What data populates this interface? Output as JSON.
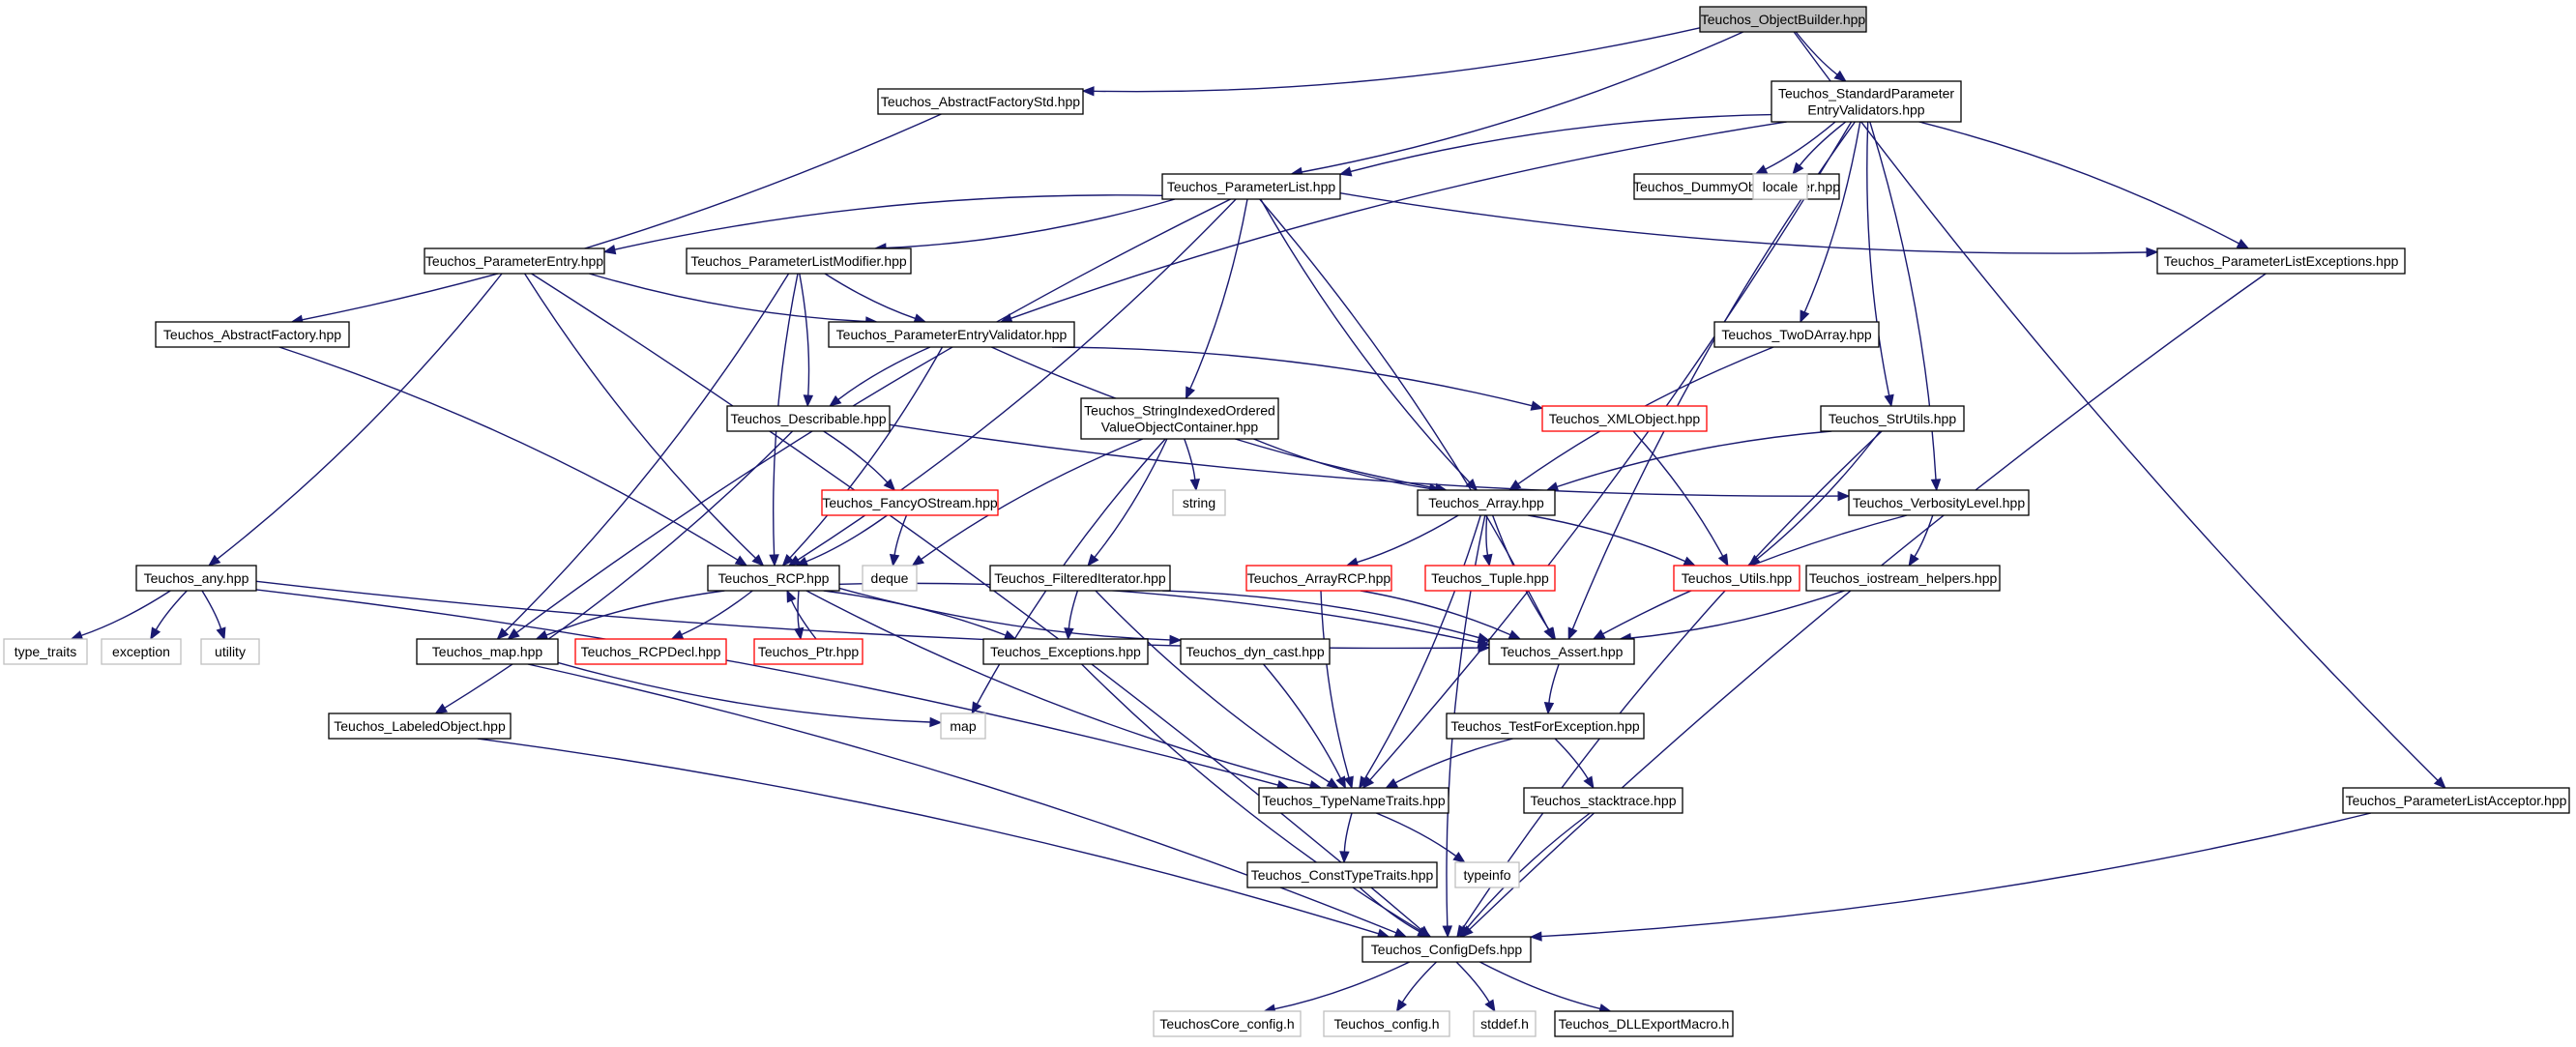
{
  "diagram": {
    "colors": {
      "edge": "#191970",
      "root_fill": "#bfbfbf",
      "normal_border": "#000000",
      "external_border": "#bfbfbf",
      "truncated_border": "#ff0000",
      "background": "#ffffff"
    },
    "nodes": {
      "objectbuilder": {
        "lines": [
          "Teuchos_ObjectBuilder.hpp"
        ],
        "kind": "root"
      },
      "abstractfactorystd": {
        "lines": [
          "Teuchos_AbstractFactoryStd.hpp"
        ],
        "kind": "normal"
      },
      "stdparamvalidators": {
        "lines": [
          "Teuchos_StandardParameter",
          "EntryValidators.hpp"
        ],
        "kind": "normal"
      },
      "parameterlist": {
        "lines": [
          "Teuchos_ParameterList.hpp"
        ],
        "kind": "normal"
      },
      "dummyobjectgetter": {
        "lines": [
          "Teuchos_DummyObjectGetter.hpp"
        ],
        "kind": "normal"
      },
      "locale": {
        "lines": [
          "locale"
        ],
        "kind": "external"
      },
      "parameterentry": {
        "lines": [
          "Teuchos_ParameterEntry.hpp"
        ],
        "kind": "normal"
      },
      "parameterlistmodifier": {
        "lines": [
          "Teuchos_ParameterListModifier.hpp"
        ],
        "kind": "normal"
      },
      "parameterlistexceptions": {
        "lines": [
          "Teuchos_ParameterListExceptions.hpp"
        ],
        "kind": "normal"
      },
      "abstractfactory": {
        "lines": [
          "Teuchos_AbstractFactory.hpp"
        ],
        "kind": "normal"
      },
      "parameterentryvalidator": {
        "lines": [
          "Teuchos_ParameterEntryValidator.hpp"
        ],
        "kind": "normal"
      },
      "twodarray": {
        "lines": [
          "Teuchos_TwoDArray.hpp"
        ],
        "kind": "normal"
      },
      "describable": {
        "lines": [
          "Teuchos_Describable.hpp"
        ],
        "kind": "normal"
      },
      "stringindexed": {
        "lines": [
          "Teuchos_StringIndexedOrdered",
          "ValueObjectContainer.hpp"
        ],
        "kind": "normal"
      },
      "xmlobject": {
        "lines": [
          "Teuchos_XMLObject.hpp"
        ],
        "kind": "truncated"
      },
      "strutils": {
        "lines": [
          "Teuchos_StrUtils.hpp"
        ],
        "kind": "normal"
      },
      "fancyostream": {
        "lines": [
          "Teuchos_FancyOStream.hpp"
        ],
        "kind": "truncated"
      },
      "string": {
        "lines": [
          "string"
        ],
        "kind": "external"
      },
      "array": {
        "lines": [
          "Teuchos_Array.hpp"
        ],
        "kind": "normal"
      },
      "verbositylevel": {
        "lines": [
          "Teuchos_VerbosityLevel.hpp"
        ],
        "kind": "normal"
      },
      "any": {
        "lines": [
          "Teuchos_any.hpp"
        ],
        "kind": "normal"
      },
      "rcp": {
        "lines": [
          "Teuchos_RCP.hpp"
        ],
        "kind": "normal"
      },
      "deque": {
        "lines": [
          "deque"
        ],
        "kind": "external"
      },
      "filterediterator": {
        "lines": [
          "Teuchos_FilteredIterator.hpp"
        ],
        "kind": "normal"
      },
      "arrayrcp": {
        "lines": [
          "Teuchos_ArrayRCP.hpp"
        ],
        "kind": "truncated"
      },
      "tuple": {
        "lines": [
          "Teuchos_Tuple.hpp"
        ],
        "kind": "truncated"
      },
      "utils": {
        "lines": [
          "Teuchos_Utils.hpp"
        ],
        "kind": "truncated"
      },
      "iostreamhelpers": {
        "lines": [
          "Teuchos_iostream_helpers.hpp"
        ],
        "kind": "normal"
      },
      "type_traits": {
        "lines": [
          "type_traits"
        ],
        "kind": "external"
      },
      "exception": {
        "lines": [
          "exception"
        ],
        "kind": "external"
      },
      "utility": {
        "lines": [
          "utility"
        ],
        "kind": "external"
      },
      "mapheader": {
        "lines": [
          "Teuchos_map.hpp"
        ],
        "kind": "normal"
      },
      "rcpdecl": {
        "lines": [
          "Teuchos_RCPDecl.hpp"
        ],
        "kind": "truncated"
      },
      "ptr": {
        "lines": [
          "Teuchos_Ptr.hpp"
        ],
        "kind": "truncated"
      },
      "exceptions": {
        "lines": [
          "Teuchos_Exceptions.hpp"
        ],
        "kind": "normal"
      },
      "dyncast": {
        "lines": [
          "Teuchos_dyn_cast.hpp"
        ],
        "kind": "normal"
      },
      "assert": {
        "lines": [
          "Teuchos_Assert.hpp"
        ],
        "kind": "normal"
      },
      "labeledobject": {
        "lines": [
          "Teuchos_LabeledObject.hpp"
        ],
        "kind": "normal"
      },
      "map": {
        "lines": [
          "map"
        ],
        "kind": "external"
      },
      "testforexception": {
        "lines": [
          "Teuchos_TestForException.hpp"
        ],
        "kind": "normal"
      },
      "typenametraits": {
        "lines": [
          "Teuchos_TypeNameTraits.hpp"
        ],
        "kind": "normal"
      },
      "stacktrace": {
        "lines": [
          "Teuchos_stacktrace.hpp"
        ],
        "kind": "normal"
      },
      "parameterlistacceptor": {
        "lines": [
          "Teuchos_ParameterListAcceptor.hpp"
        ],
        "kind": "normal"
      },
      "consttypetraits": {
        "lines": [
          "Teuchos_ConstTypeTraits.hpp"
        ],
        "kind": "normal"
      },
      "typeinfo": {
        "lines": [
          "typeinfo"
        ],
        "kind": "external"
      },
      "configdefs": {
        "lines": [
          "Teuchos_ConfigDefs.hpp"
        ],
        "kind": "normal"
      },
      "teuchoscoreconfig": {
        "lines": [
          "TeuchosCore_config.h"
        ],
        "kind": "external"
      },
      "teuchosconfig": {
        "lines": [
          "Teuchos_config.h"
        ],
        "kind": "external"
      },
      "stddef": {
        "lines": [
          "stddef.h"
        ],
        "kind": "external"
      },
      "dllexport": {
        "lines": [
          "Teuchos_DLLExportMacro.h"
        ],
        "kind": "normal"
      }
    },
    "edges": [
      [
        "objectbuilder",
        "abstractfactorystd"
      ],
      [
        "objectbuilder",
        "stdparamvalidators"
      ],
      [
        "objectbuilder",
        "parameterlist"
      ],
      [
        "objectbuilder",
        "parameterlistacceptor"
      ],
      [
        "abstractfactorystd",
        "abstractfactory"
      ],
      [
        "stdparamvalidators",
        "parameterlist"
      ],
      [
        "stdparamvalidators",
        "dummyobjectgetter"
      ],
      [
        "stdparamvalidators",
        "locale"
      ],
      [
        "stdparamvalidators",
        "parameterlistexceptions"
      ],
      [
        "stdparamvalidators",
        "parameterentryvalidator"
      ],
      [
        "stdparamvalidators",
        "twodarray"
      ],
      [
        "stdparamvalidators",
        "strutils"
      ],
      [
        "stdparamvalidators",
        "verbositylevel"
      ],
      [
        "stdparamvalidators",
        "assert"
      ],
      [
        "stdparamvalidators",
        "typenametraits"
      ],
      [
        "parameterlist",
        "parameterentry"
      ],
      [
        "parameterlist",
        "parameterlistmodifier"
      ],
      [
        "parameterlist",
        "parameterlistexceptions"
      ],
      [
        "parameterlist",
        "stringindexed"
      ],
      [
        "parameterlist",
        "array"
      ],
      [
        "parameterlist",
        "rcp"
      ],
      [
        "parameterlist",
        "mapheader"
      ],
      [
        "parameterlist",
        "assert"
      ],
      [
        "parameterentry",
        "parameterentryvalidator"
      ],
      [
        "parameterentry",
        "any"
      ],
      [
        "parameterentry",
        "rcp"
      ],
      [
        "parameterentry",
        "configdefs"
      ],
      [
        "parameterlistmodifier",
        "parameterentryvalidator"
      ],
      [
        "parameterlistmodifier",
        "describable"
      ],
      [
        "parameterlistmodifier",
        "rcp"
      ],
      [
        "parameterlistmodifier",
        "mapheader"
      ],
      [
        "parameterlistexceptions",
        "configdefs"
      ],
      [
        "abstractfactory",
        "rcp"
      ],
      [
        "parameterentryvalidator",
        "describable"
      ],
      [
        "parameterentryvalidator",
        "xmlobject"
      ],
      [
        "parameterentryvalidator",
        "array"
      ],
      [
        "parameterentryvalidator",
        "rcp"
      ],
      [
        "twodarray",
        "array"
      ],
      [
        "describable",
        "fancyostream"
      ],
      [
        "describable",
        "verbositylevel"
      ],
      [
        "describable",
        "labeledobject"
      ],
      [
        "stringindexed",
        "array"
      ],
      [
        "stringindexed",
        "string"
      ],
      [
        "stringindexed",
        "deque"
      ],
      [
        "stringindexed",
        "filterediterator"
      ],
      [
        "stringindexed",
        "map"
      ],
      [
        "xmlobject",
        "utils"
      ],
      [
        "strutils",
        "array"
      ],
      [
        "strutils",
        "utils"
      ],
      [
        "strutils",
        "configdefs"
      ],
      [
        "fancyostream",
        "rcp"
      ],
      [
        "fancyostream",
        "deque"
      ],
      [
        "array",
        "arrayrcp"
      ],
      [
        "array",
        "tuple"
      ],
      [
        "array",
        "utils"
      ],
      [
        "array",
        "assert"
      ],
      [
        "array",
        "typenametraits"
      ],
      [
        "array",
        "configdefs"
      ],
      [
        "verbositylevel",
        "iostreamhelpers"
      ],
      [
        "verbositylevel",
        "assert"
      ],
      [
        "any",
        "type_traits"
      ],
      [
        "any",
        "exception"
      ],
      [
        "any",
        "utility"
      ],
      [
        "any",
        "assert"
      ],
      [
        "any",
        "typenametraits"
      ],
      [
        "rcp",
        "mapheader"
      ],
      [
        "rcp",
        "rcpdecl"
      ],
      [
        "rcp",
        "ptr"
      ],
      [
        "rcp",
        "exceptions"
      ],
      [
        "rcp",
        "dyncast"
      ],
      [
        "rcp",
        "assert"
      ],
      [
        "rcp",
        "typenametraits"
      ],
      [
        "ptr",
        "rcp"
      ],
      [
        "filterediterator",
        "exceptions"
      ],
      [
        "filterediterator",
        "assert"
      ],
      [
        "filterediterator",
        "typenametraits"
      ],
      [
        "arrayrcp",
        "assert"
      ],
      [
        "arrayrcp",
        "typenametraits"
      ],
      [
        "iostreamhelpers",
        "assert"
      ],
      [
        "mapheader",
        "map"
      ],
      [
        "mapheader",
        "configdefs"
      ],
      [
        "exceptions",
        "configdefs"
      ],
      [
        "dyncast",
        "typenametraits"
      ],
      [
        "assert",
        "testforexception"
      ],
      [
        "labeledobject",
        "configdefs"
      ],
      [
        "testforexception",
        "typenametraits"
      ],
      [
        "testforexception",
        "stacktrace"
      ],
      [
        "typenametraits",
        "consttypetraits"
      ],
      [
        "typenametraits",
        "typeinfo"
      ],
      [
        "stacktrace",
        "configdefs"
      ],
      [
        "parameterlistacceptor",
        "configdefs"
      ],
      [
        "consttypetraits",
        "configdefs"
      ],
      [
        "configdefs",
        "teuchoscoreconfig"
      ],
      [
        "configdefs",
        "teuchosconfig"
      ],
      [
        "configdefs",
        "stddef"
      ],
      [
        "configdefs",
        "dllexport"
      ]
    ]
  }
}
